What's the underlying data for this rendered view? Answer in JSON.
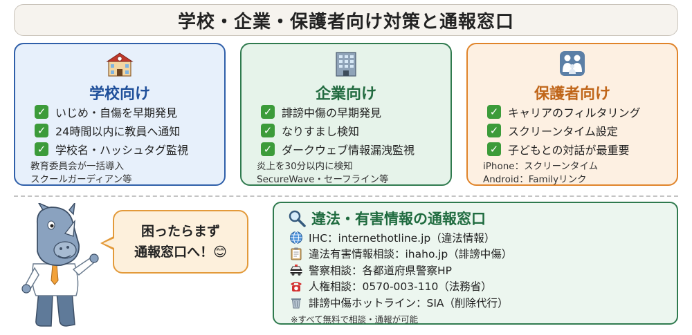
{
  "title": "学校・企業・保護者向け対策と通報窓口",
  "cards": [
    {
      "icon": "school-building-icon",
      "title": "学校向け",
      "items": [
        "いじめ・自傷を早期発見",
        "24時間以内に教員へ通知",
        "学校名・ハッシュタグ監視"
      ],
      "note1": "教育委員会が一括導入",
      "note2": "スクールガーディアン等"
    },
    {
      "icon": "office-building-icon",
      "title": "企業向け",
      "items": [
        "誹謗中傷の早期発見",
        "なりすまし検知",
        "ダークウェブ情報漏洩監視"
      ],
      "note1": "炎上を30分以内に検知",
      "note2": "SecureWave・セーフライン等"
    },
    {
      "icon": "family-icon",
      "title": "保護者向け",
      "items": [
        "キャリアのフィルタリング",
        "スクリーンタイム設定",
        "子どもとの対話が最重要"
      ],
      "note1": "iPhone：スクリーンタイム",
      "note2": "Android：Familyリンク"
    }
  ],
  "bubble": {
    "line1": "困ったらまず",
    "line2": "通報窓口へ！😊"
  },
  "report": {
    "title": "違法・有害情報の通報窓口",
    "rows": [
      {
        "icon": "globe-icon",
        "text": "IHC：internethotline.jp（違法情報）"
      },
      {
        "icon": "clipboard-icon",
        "text": "違法有害情報相談：ihaho.jp（誹謗中傷）"
      },
      {
        "icon": "police-car-icon",
        "text": "警察相談：各都道府県警察HP"
      },
      {
        "icon": "telephone-icon",
        "text": "人権相談：0570-003-110（法務省）"
      },
      {
        "icon": "trash-icon",
        "text": "誹謗中傷ホットライン：SIA（削除代行）"
      }
    ],
    "note": "※すべて無料で相談・通報が可能"
  },
  "colors": {
    "school": "#2f5fa9",
    "company": "#2f7a4e",
    "parent": "#e0842a",
    "check": "#3c9b3a"
  }
}
